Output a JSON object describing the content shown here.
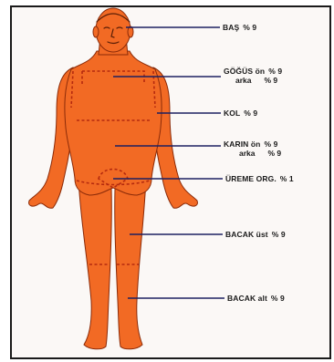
{
  "colors": {
    "body_fill": "#f26a24",
    "body_shade": "#d94f12",
    "body_outline": "#8a2a08",
    "zone_dash": "#b52a0e",
    "leader_line": "#1c2060",
    "label_text": "#1a1a1a",
    "frame": "#1a1a1a"
  },
  "labels": {
    "head": {
      "part": "BAŞ",
      "value": "% 9"
    },
    "chest": {
      "part": "GÖĞÜS ön",
      "value": "% 9",
      "back_part": "arka",
      "back_value": "% 9"
    },
    "arm": {
      "part": "KOL",
      "value": "% 9"
    },
    "abdomen": {
      "part": "KARIN ön",
      "value": "% 9",
      "back_part": "arka",
      "back_value": "% 9"
    },
    "genital": {
      "part": "ÜREME ORG.",
      "value": "% 1"
    },
    "upper_leg": {
      "part": "BACAK üst",
      "value": "% 9"
    },
    "lower_leg": {
      "part": "BACAK alt",
      "value": "% 9"
    }
  }
}
